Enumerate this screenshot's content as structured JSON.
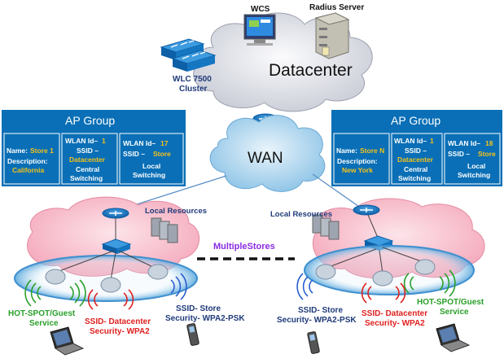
{
  "datacenter": {
    "label": "Datacenter",
    "wcs": "WCS",
    "radius": "Radius Server",
    "wlc_line1": "WLC 7500",
    "wlc_line2": "Cluster"
  },
  "wan": {
    "label": "WAN"
  },
  "ap_group_left": {
    "title": "AP Group",
    "name_label": "Name:",
    "name_value": "Store 1",
    "desc_label": "Description:",
    "desc_value": "California",
    "col2": {
      "wlan_label": "WLAN Id–",
      "wlan_value": "1",
      "ssid_label": "SSID –",
      "ssid_value": "Datacenter",
      "switching_1": "Central",
      "switching_2": "Switching"
    },
    "col3": {
      "wlan_label": "WLAN Id–",
      "wlan_value": "17",
      "ssid_label": "SSID –",
      "ssid_value": "Store",
      "switching_1": "Local",
      "switching_2": "Switching"
    }
  },
  "ap_group_right": {
    "title": "AP Group",
    "name_label": "Name:",
    "name_value": "Store N",
    "desc_label": "Description:",
    "desc_value": "New York",
    "col2": {
      "wlan_label": "WLAN Id–",
      "wlan_value": "1",
      "ssid_label": "SSID –",
      "ssid_value": "Datacenter",
      "switching_1": "Central",
      "switching_2": "Switching"
    },
    "col3": {
      "wlan_label": "WLAN Id–",
      "wlan_value": "18",
      "ssid_label": "SSID –",
      "ssid_value": "Store",
      "switching_1": "Local",
      "switching_2": "Switching"
    }
  },
  "stores": {
    "local_resources_left": "Local Resources",
    "local_resources_right": "Local Resources",
    "multiple_stores": "MultipleStores"
  },
  "labels_left": {
    "hotspot_1": "HOT-SPOT/Guest",
    "hotspot_2": "Service",
    "ssid_dc_1": "SSID- Datacenter",
    "ssid_dc_2": "Security- WPA2",
    "ssid_store_1": "SSID- Store",
    "ssid_store_2": "Security- WPA2-PSK"
  },
  "labels_right": {
    "ssid_store_1": "SSID- Store",
    "ssid_store_2": "Security- WPA2-PSK",
    "ssid_dc_1": "SSID- Datacenter",
    "ssid_dc_2": "Security- WPA2",
    "hotspot_1": "HOT-SPOT/Guest",
    "hotspot_2": "Service"
  },
  "colors": {
    "ap_group_blue": "#0a6fb6",
    "value_yellow": "#f5c21a",
    "green": "#2aa02a",
    "red": "#e02020",
    "purple": "#8a2be2",
    "navy": "#1f3a7a"
  }
}
